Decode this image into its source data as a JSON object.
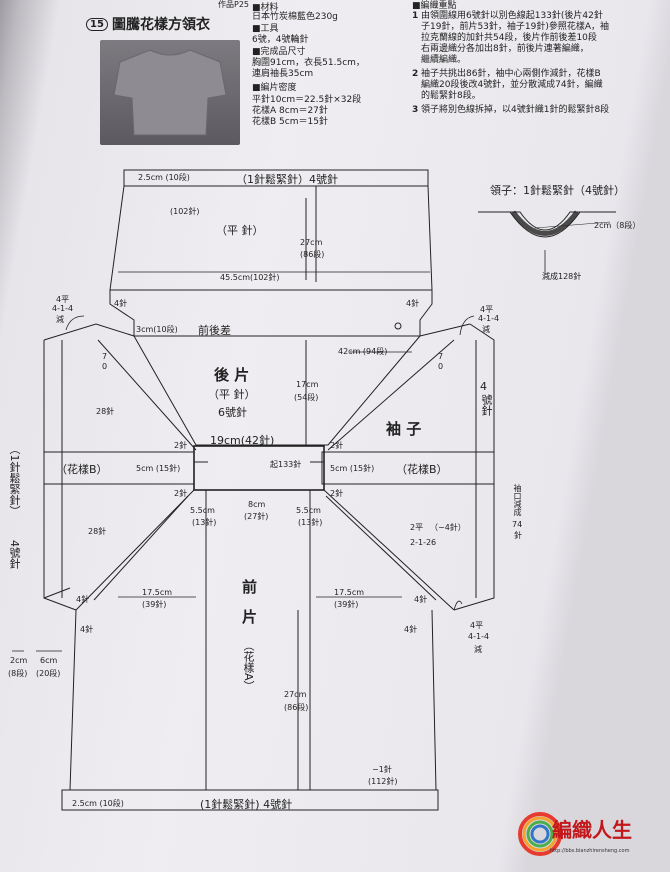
{
  "header": {
    "work_no": "作品P25",
    "number": "15",
    "title": "圖騰花樣方領衣",
    "materials_label": "■材料",
    "materials": "日本竹炭棉藍色230g",
    "tools_label": "■工具",
    "tools": "6號，4號輪針",
    "size_label": "■完成品尺寸",
    "size_line1": "胸圍91cm，衣長51.5cm，",
    "size_line2": "連肩袖長35cm",
    "gauge_label": "■編片密度",
    "gauge_line1": "平針10cm＝22.5針×32段",
    "gauge_line2": "花樣A 8cm＝27針",
    "gauge_line3": "花樣B 5cm＝15針",
    "steps_label": "■編織重點",
    "step1_line1": "由領圍線用6號針以別色線起133針(後片42針",
    "step1_line2": "子19針，前片53針，袖子19針)參照花樣A，袖",
    "step1_line3": "拉克蘭線的加針共54段，後片作前後差10段",
    "step1_line4": "右兩邊織分各加出8針，前後片連著編織，",
    "step1_line5": "繼續編織。",
    "step2_line1": "袖子共挑出86針，袖中心兩側作減針，花樣B",
    "step2_line2": "編織20段後改4號針，並分散減成74針，編織",
    "step2_line3": "的鬆緊針8段。",
    "step3_line1": "領子將別色線拆掉，以4號針織1針的鬆緊針8段"
  },
  "collar": {
    "title": "領子：1針鬆緊針（4號針）",
    "dim": "2cm（8段）",
    "dec": "減成128針"
  },
  "diagram": {
    "back_top_hem": "2.5cm (10段)",
    "back_top_rib": "（1針鬆緊針）4號針",
    "back_102": "(102針)",
    "back_flat": "（平 針）",
    "back_27": "27cm",
    "back_86": "(86段)",
    "back_width": "45.5cm(102針)",
    "four_a": "4針",
    "four_b": "4針",
    "back_diff_3cm": "3cm(10段)",
    "back_diff": "前後差",
    "raglan_42": "42cm (94段)",
    "back_body": "後 片",
    "back_flat2": "（平 針）",
    "back_needle": "6號針",
    "back_17": "17cm",
    "back_54": "(54段)",
    "sleeve_label": "袖 子",
    "left_4flat": "4平",
    "left_414": "4-1-4",
    "left_dec": "減",
    "right_4flat": "4平",
    "right_414": "4-1-4",
    "right_dec": "減",
    "seven_l": "7",
    "seven_r": "7",
    "zero_l": "0",
    "zero_r": "0",
    "l28a": "28針",
    "l28b": "28針",
    "neck_19": "19cm(42針)",
    "two_l1": "2針",
    "two_r1": "2針",
    "pat_b_l": "（花樣B）",
    "pat_b_r": "（花樣B）",
    "five_l": "5cm (15針)",
    "five_r": "5cm (15針)",
    "start_133": "起133針",
    "two_l2": "2針",
    "two_r2": "2針",
    "left_rib_1": "（1針鬆緊針）",
    "left_rib_2": "4號針",
    "right_4": "4",
    "right_haoz": "號針",
    "cuff_1": "袖口減成",
    "cuff_2": "74",
    "cuff_3": "針",
    "dec_2flat": "2平",
    "dec_m1": "（−4針）",
    "dec_2126": "2-1-26",
    "five5_l": "5.5cm",
    "five5_l2": "(13針)",
    "eight": "8cm",
    "eight_2": "(27針)",
    "five5_r": "5.5cm",
    "five5_r2": "(13針)",
    "sev_l": "17.5cm",
    "sev_l2": "(39針)",
    "sev_r": "17.5cm",
    "sev_r2": "(39針)",
    "four_c": "4針",
    "four_d": "4針",
    "four_e": "4針",
    "four_f": "4針",
    "front_body": "前",
    "front_body2": "片",
    "front_pat_a": "（花樣A）",
    "front_27": "27cm",
    "front_86": "(86段)",
    "bot_4flat": "4平",
    "bot_414": "4-1-4",
    "bot_dec": "減",
    "dim_2cm": "2cm",
    "dim_8d": "(8段)",
    "dim_6cm": "6cm",
    "dim_20d": "(20段)",
    "minus1": "−1針",
    "n112": "(112針)",
    "bot_hem": "2.5cm (10段)",
    "bot_rib": "(1針鬆緊針) 4號針"
  },
  "logo": {
    "text": "編織人生",
    "url": "http://bbs.bianzhirensheng.com"
  }
}
